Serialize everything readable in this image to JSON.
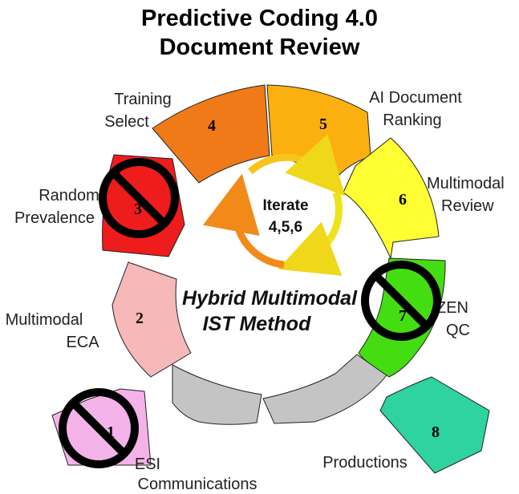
{
  "title": {
    "line1": "Predictive Coding 4.0",
    "line2": "Document Review"
  },
  "center": {
    "iterate_title": "Iterate",
    "iterate_steps": "4,5,6",
    "method_line1": "Hybrid Multimodal",
    "method_line2": "IST Method"
  },
  "steps": [
    {
      "number": "1",
      "label_line1": "ESI",
      "label_line2": "Communications",
      "color": "#f3b3e8",
      "crossed_out": true
    },
    {
      "number": "2",
      "label_line1": "Multimodal",
      "label_line2": "ECA",
      "color": "#f6b8b8",
      "crossed_out": false
    },
    {
      "number": "3",
      "label_line1": "Random",
      "label_line2": "Prevalence",
      "color": "#ee1c1c",
      "crossed_out": true
    },
    {
      "number": "4",
      "label_line1": "Training",
      "label_line2": "Select",
      "color": "#f07a18",
      "crossed_out": false
    },
    {
      "number": "5",
      "label_line1": "AI Document",
      "label_line2": "Ranking",
      "color": "#fbb010",
      "crossed_out": false
    },
    {
      "number": "6",
      "label_line1": "Multimodal",
      "label_line2": "Review",
      "color": "#ffff33",
      "crossed_out": false
    },
    {
      "number": "7",
      "label_line1": "ZEN",
      "label_line2": "QC",
      "color": "#44dd11",
      "crossed_out": true
    },
    {
      "number": "8",
      "label_line1": "Productions",
      "label_line2": "",
      "color": "#2ed3a0",
      "crossed_out": false
    }
  ],
  "unnumbered_segment_color": "#c4c4c4",
  "colors": {
    "iterate_arrow_orange": "#f28a1a",
    "iterate_arrow_yellow": "#f2e21a",
    "prohibited_sign": "#000000"
  }
}
